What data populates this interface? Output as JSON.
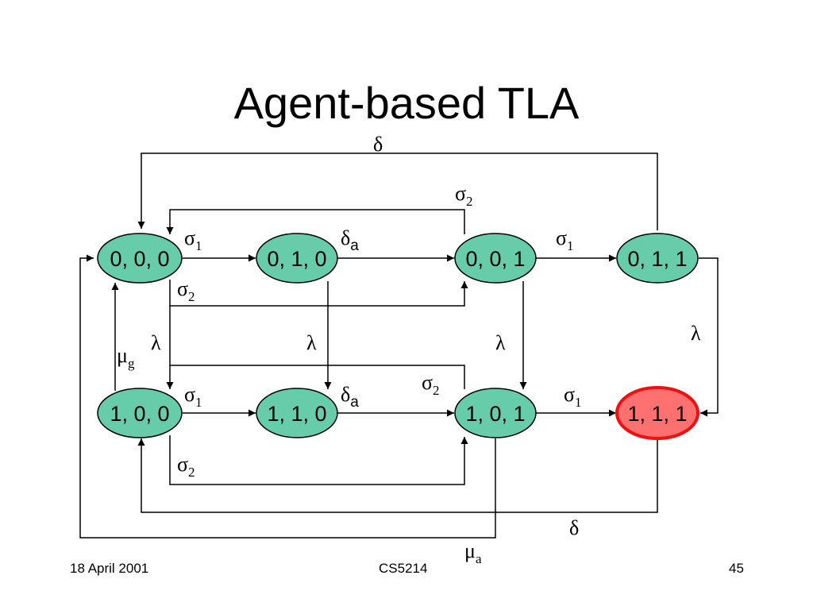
{
  "slide": {
    "title": "Agent-based TLA",
    "footer_left": "18 April 2001",
    "footer_center": "CS5214",
    "footer_right": "45"
  },
  "colors": {
    "state_fill": "#66ccaa",
    "goal_fill": "#ff7070",
    "goal_stroke": "#ee1111",
    "line": "#000000"
  },
  "states": {
    "s000": "0, 0, 0",
    "s010": "0, 1, 0",
    "s001": "0, 0, 1",
    "s011": "0, 1, 1",
    "s100": "1, 0, 0",
    "s110": "1, 1, 0",
    "s101": "1, 0, 1",
    "s111": "1, 1, 1"
  },
  "symbols": {
    "delta": "δ",
    "sigma": "σ",
    "lambda": "λ",
    "mu": "μ",
    "sub_1": "1",
    "sub_2": "2",
    "sub_a": "a",
    "sub_g": "g"
  }
}
